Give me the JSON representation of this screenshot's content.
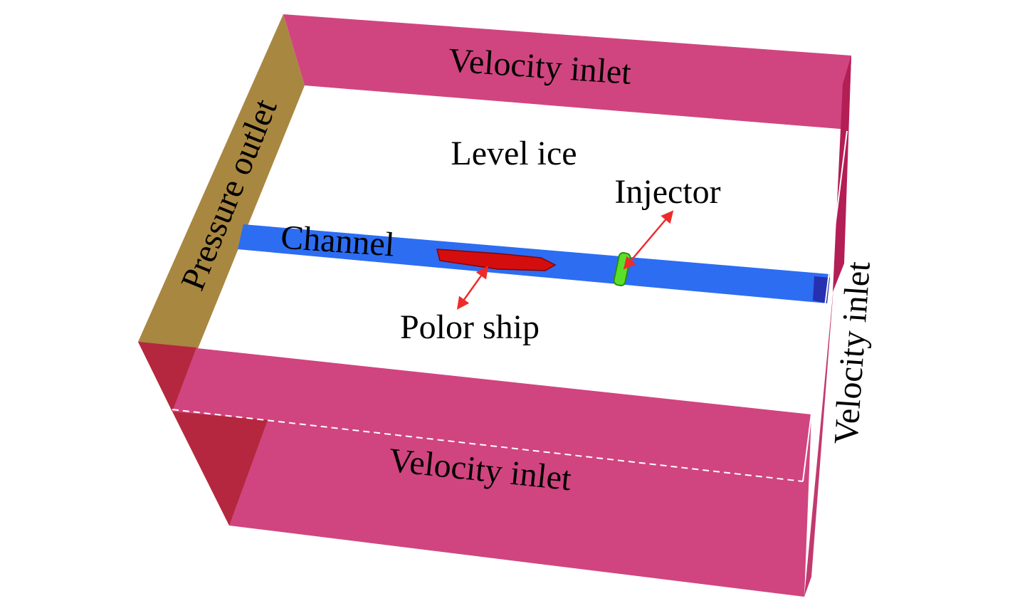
{
  "labels": {
    "top_inlet": "Velocity inlet",
    "bottom_inlet": "Velocity inlet",
    "side_inlet": "Velocity inlet",
    "outlet": "Pressure outlet",
    "level_ice": "Level ice",
    "channel": "Channel",
    "injector": "Injector",
    "ship": "Polor ship"
  },
  "colors": {
    "velocity_inlet": "#d0457f",
    "pressure_outlet": "#a88741",
    "channel": "#2c6df2",
    "ship": "#d40e0e",
    "injector": "#5be02a",
    "arrow": "#ee2b2b",
    "corner": "#b02233"
  }
}
